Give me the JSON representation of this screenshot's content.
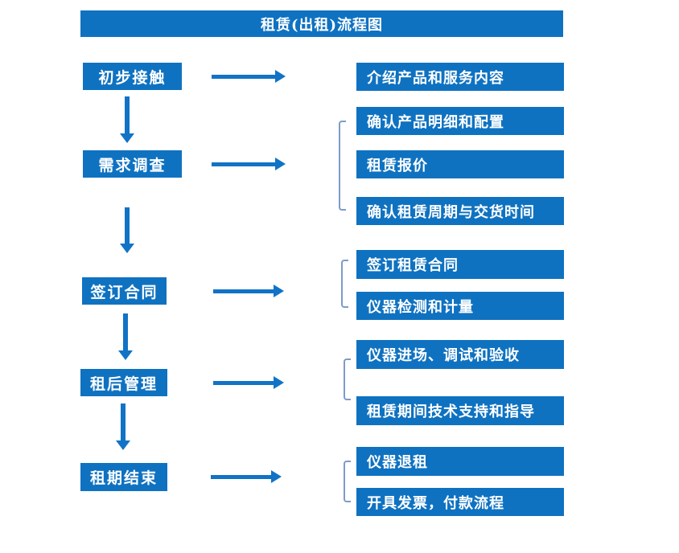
{
  "title": "租赁(出租)流程图",
  "colors": {
    "primary": "#0f72c1",
    "arrow": "#1173c6",
    "bracket": "#7d9bcb",
    "text_on_primary": "#ffffff",
    "background": "#ffffff"
  },
  "icons": {
    "down_arrow": "↓",
    "right_arrow": "→",
    "group_bracket": "["
  },
  "steps": [
    {
      "label": "初步接触",
      "outputs": [
        "介绍产品和服务内容"
      ]
    },
    {
      "label": "需求调查",
      "outputs": [
        "确认产品明细和配置",
        "租赁报价",
        "确认租赁周期与交货时间"
      ]
    },
    {
      "label": "签订合同",
      "outputs": [
        "签订租赁合同",
        "仪器检测和计量"
      ]
    },
    {
      "label": "租后管理",
      "outputs": [
        "仪器进场、调试和验收",
        "租赁期间技术支持和指导"
      ]
    },
    {
      "label": "租期结束",
      "outputs": [
        "仪器退租",
        "开具发票，付款流程"
      ]
    }
  ]
}
